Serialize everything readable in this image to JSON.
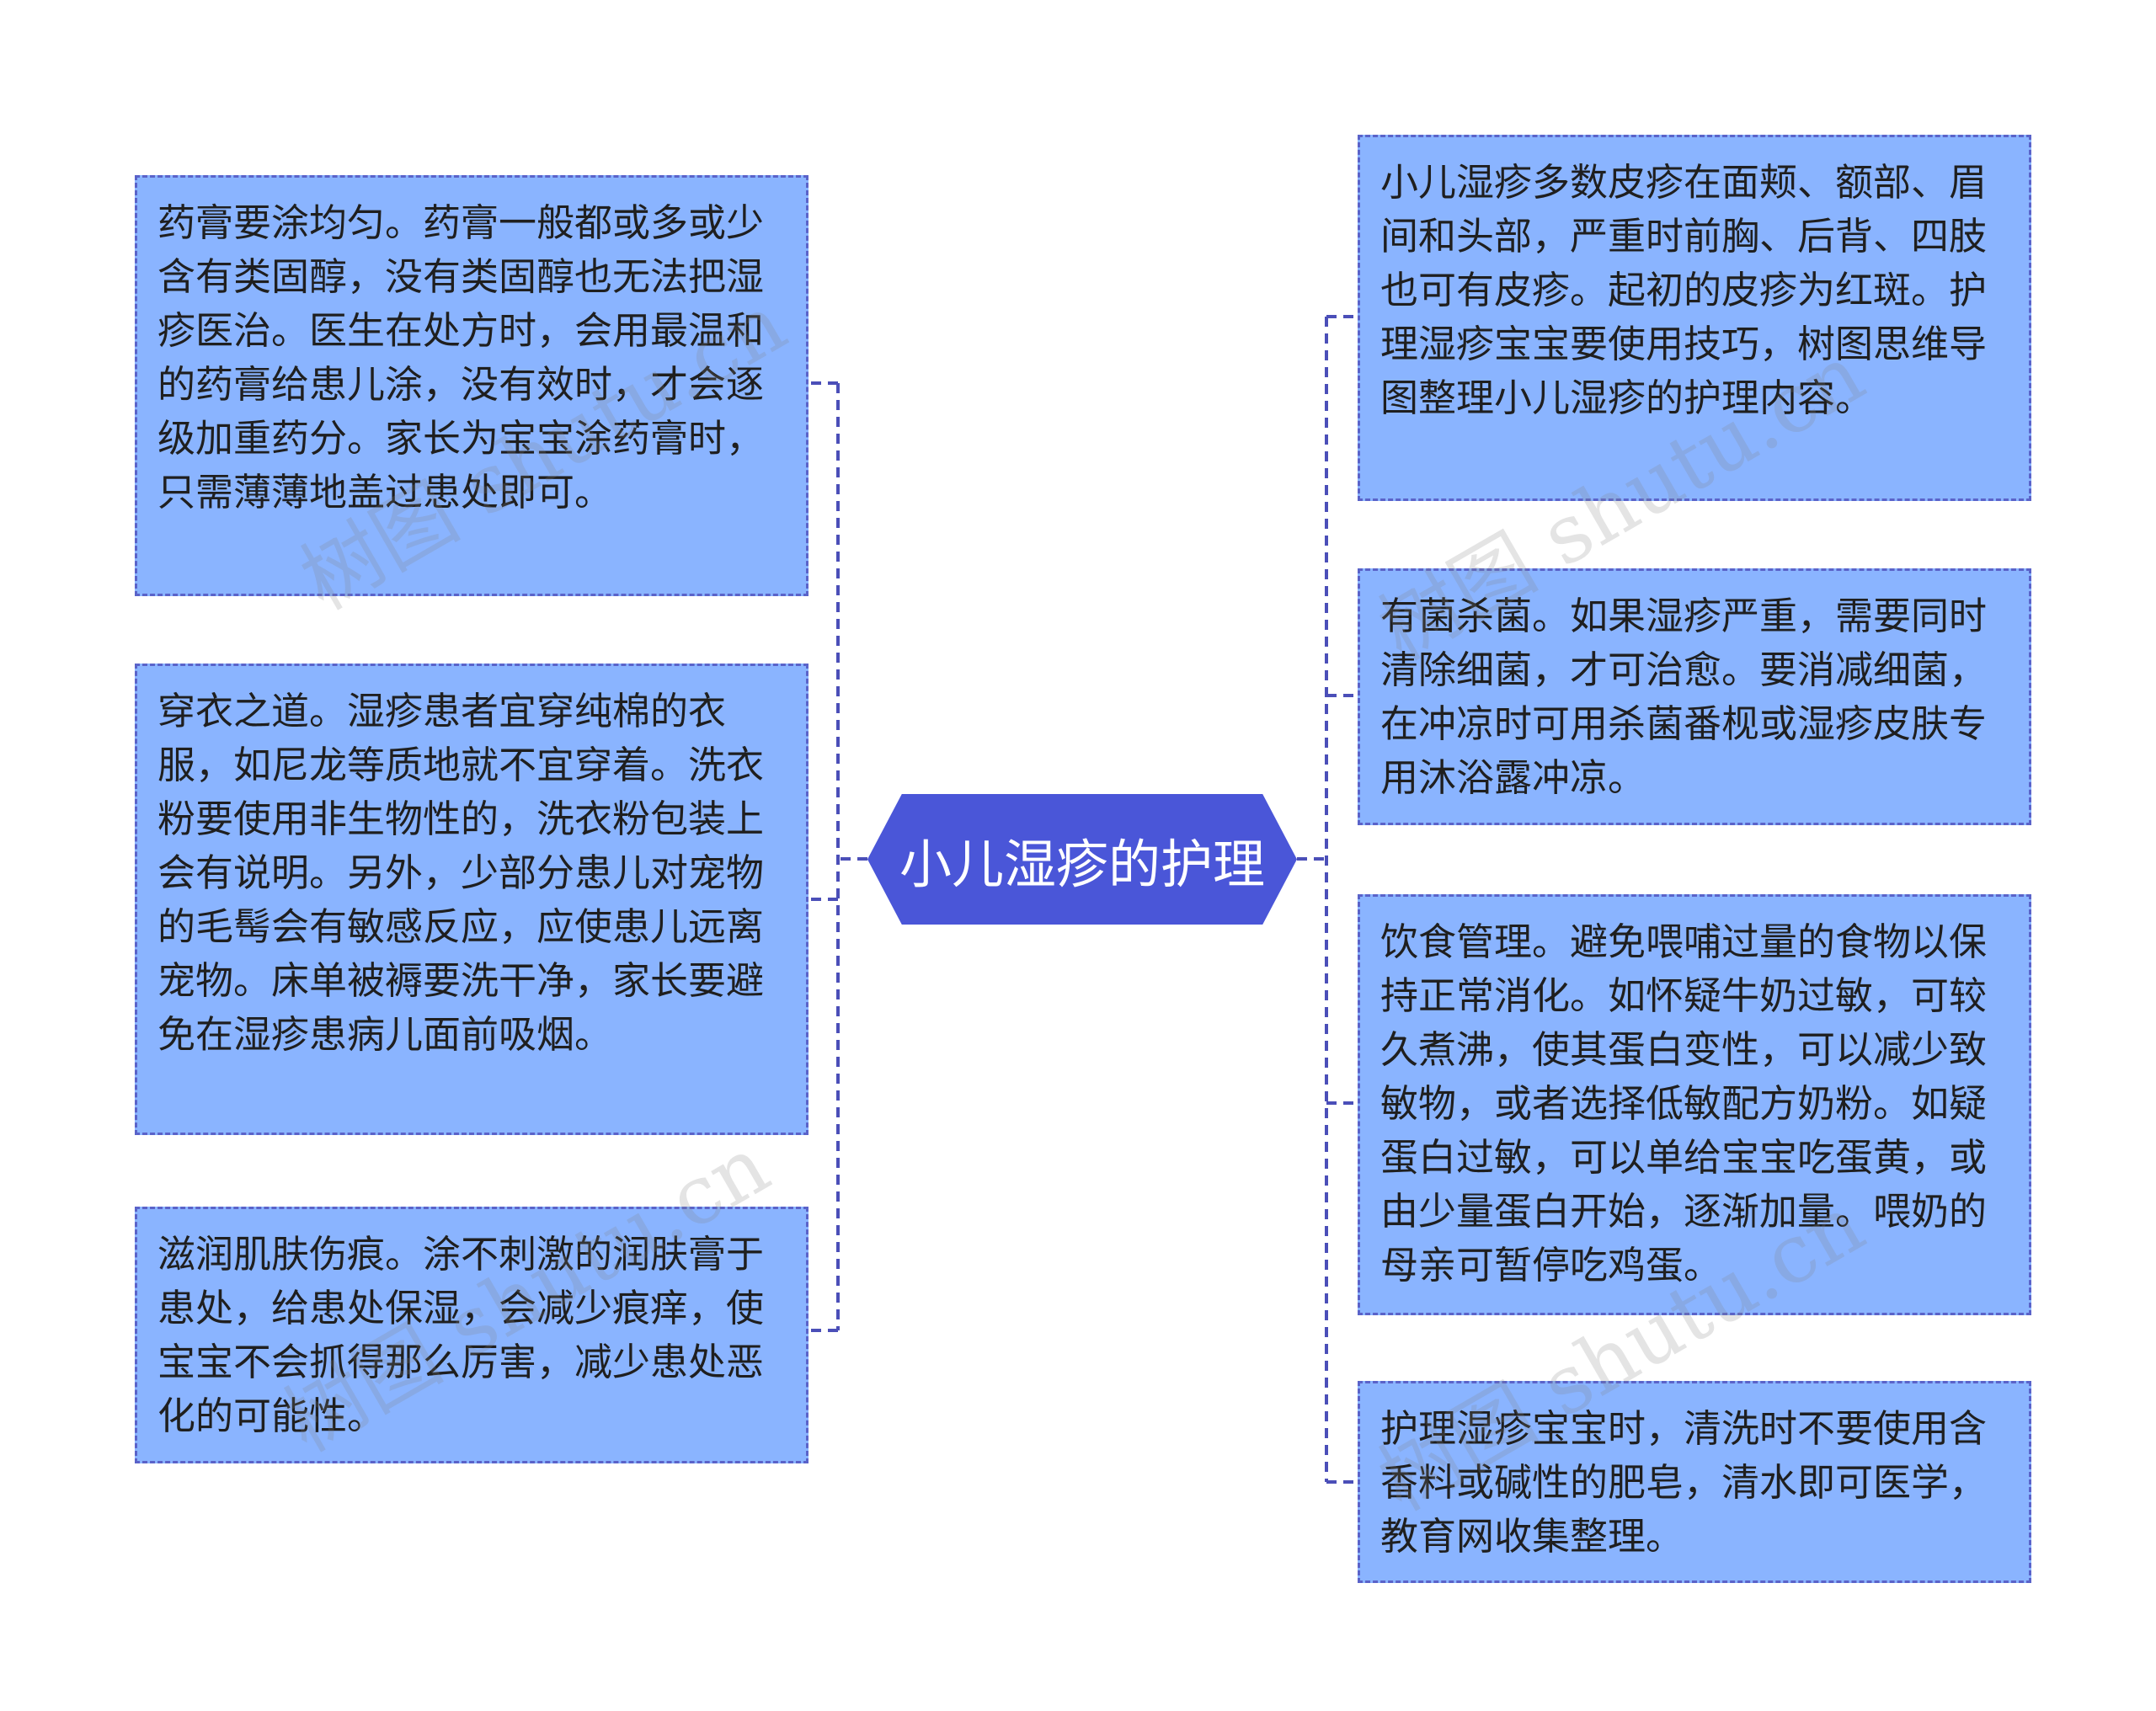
{
  "diagram": {
    "root": {
      "label": "小儿湿疹的护理"
    },
    "left_branches": [
      {
        "text": "药膏要涂均匀。药膏一般都或多或少含有类固醇，没有类固醇也无法把湿疹医治。医生在处方时，会用最温和的药膏给患儿涂，没有效时，才会逐级加重药分。家长为宝宝涂药膏时，只需薄薄地盖过患处即可。"
      },
      {
        "text": "穿衣之道。湿疹患者宜穿纯棉的衣服，如尼龙等质地就不宜穿着。洗衣粉要使用非生物性的，洗衣粉包装上会有说明。另外，少部分患儿对宠物的毛髩会有敏感反应，应使患儿远离宠物。床单被褥要洗干净，家长要避免在湿疹患病儿面前吸烟。"
      },
      {
        "text": "滋润肌肤伤痕。涂不刺激的润肤膏于患处，给患处保湿，会减少痕痒，使宝宝不会抓得那么厉害，减少患处恶化的可能性。"
      }
    ],
    "right_branches": [
      {
        "text": "小儿湿疹多数皮疹在面颊、额部、眉间和头部，严重时前胸、后背、四肢也可有皮疹。起初的皮疹为红斑。护理湿疹宝宝要使用技巧，树图思维导图整理小儿湿疹的护理内容。"
      },
      {
        "text": "有菌杀菌。如果湿疹严重，需要同时清除细菌，才可治愈。要消减细菌，在冲凉时可用杀菌番枧或湿疹皮肤专用沐浴露冲凉。"
      },
      {
        "text": "饮食管理。避免喂哺过量的食物以保持正常消化。如怀疑牛奶过敏，可较久煮沸，使其蛋白变性，可以减少致敏物，或者选择低敏配方奶粉。如疑蛋白过敏，可以单给宝宝吃蛋黄，或由少量蛋白开始，逐渐加量。喂奶的母亲可暂停吃鸡蛋。"
      },
      {
        "text": "护理湿疹宝宝时，清洗时不要使用含香料或碱性的肥皂，清水即可医学，教育网收集整理。"
      }
    ]
  },
  "watermarks": [
    "树图 shutu.cn",
    "树图 shutu.cn",
    "树图 shutu.cn",
    "树图 shutu.cn"
  ],
  "colors": {
    "root_fill": "#4a56d8",
    "node_fill": "#8ab4ff",
    "node_border": "#5a63c9",
    "connector": "#4b4fb8"
  }
}
